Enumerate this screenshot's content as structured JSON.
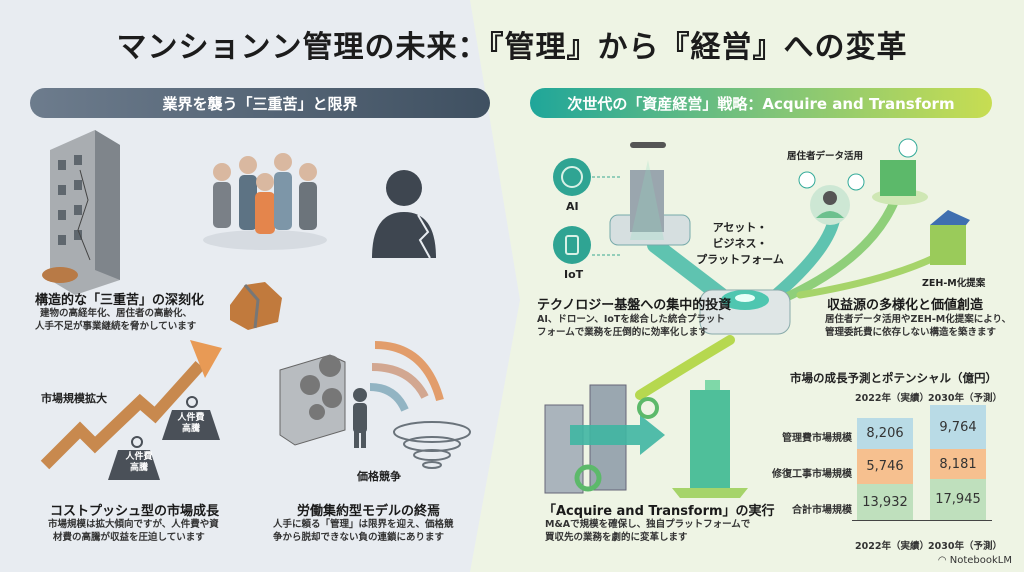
{
  "title": "マンションン管理の未来：『管理』から『経営』への変革",
  "left": {
    "header": "業界を襲う「三重苦」と限界",
    "s1": {
      "title": "構造的な「三重苦」の深刻化",
      "desc": [
        "建物の高経年化、居住者の高齢化、",
        "人手不足が事業継続を脅かしています"
      ]
    },
    "market_label": "市場規模拡大",
    "weight_label_1": [
      "人件費",
      "高騰"
    ],
    "weight_label_2": [
      "人件費",
      "高騰"
    ],
    "s2": {
      "title": "コストプッシュ型の市場成長",
      "desc": [
        "市場規模は拡大傾向ですが、人件費や資",
        "材費の高騰が収益を圧迫しています"
      ]
    },
    "price_label": "価格競争",
    "s3": {
      "title": "労働集約型モデルの終焉",
      "desc": [
        "人手に頼る「管理」は限界を迎え、価格競",
        "争から脱却できない負の連鎖にあります"
      ]
    }
  },
  "right": {
    "header": "次世代の「資産経営」戦略：Acquire and Transform",
    "ai_label": "AI",
    "iot_label": "IoT",
    "platform_label": [
      "アセット・",
      "ビジネス・",
      "プラットフォーム"
    ],
    "resident_label": "居住者データ活用",
    "zeh_label": "ZEH-M化提案",
    "s1": {
      "title": "テクノロジー基盤への集中的投資",
      "desc": [
        "AI、ドローン、IoTを総合した統合プラット",
        "フォームで業務を圧倒的に効率化します"
      ]
    },
    "s2": {
      "title": "収益源の多様化と価値創造",
      "desc": [
        "居住者データ活用やZEH-M化提案により、",
        "管理委託費に依存しない構造を築きます"
      ]
    },
    "s3": {
      "title": "「Acquire and Transform」の実行",
      "desc": [
        "M&Aで規模を確保し、独自プラットフォームで",
        "買収先の業務を劇的に変革します"
      ]
    }
  },
  "chart_data": {
    "type": "table",
    "title": "市場の成長予測とポテンシャル（億円）",
    "categories": [
      "2022年（実績）",
      "2030年（予測）"
    ],
    "rows": [
      {
        "name": "管理費市場規模",
        "values": [
          "8,206",
          "9,764"
        ],
        "color": "#b9dbe6"
      },
      {
        "name": "修復工事市場規模",
        "values": [
          "5,746",
          "8,181"
        ],
        "color": "#f6c08f"
      },
      {
        "name": "合計市場規模",
        "values": [
          "13,932",
          "17,945"
        ],
        "color": "#bfe0bd"
      }
    ]
  },
  "footer": {
    "brand": "NotebookLM"
  }
}
